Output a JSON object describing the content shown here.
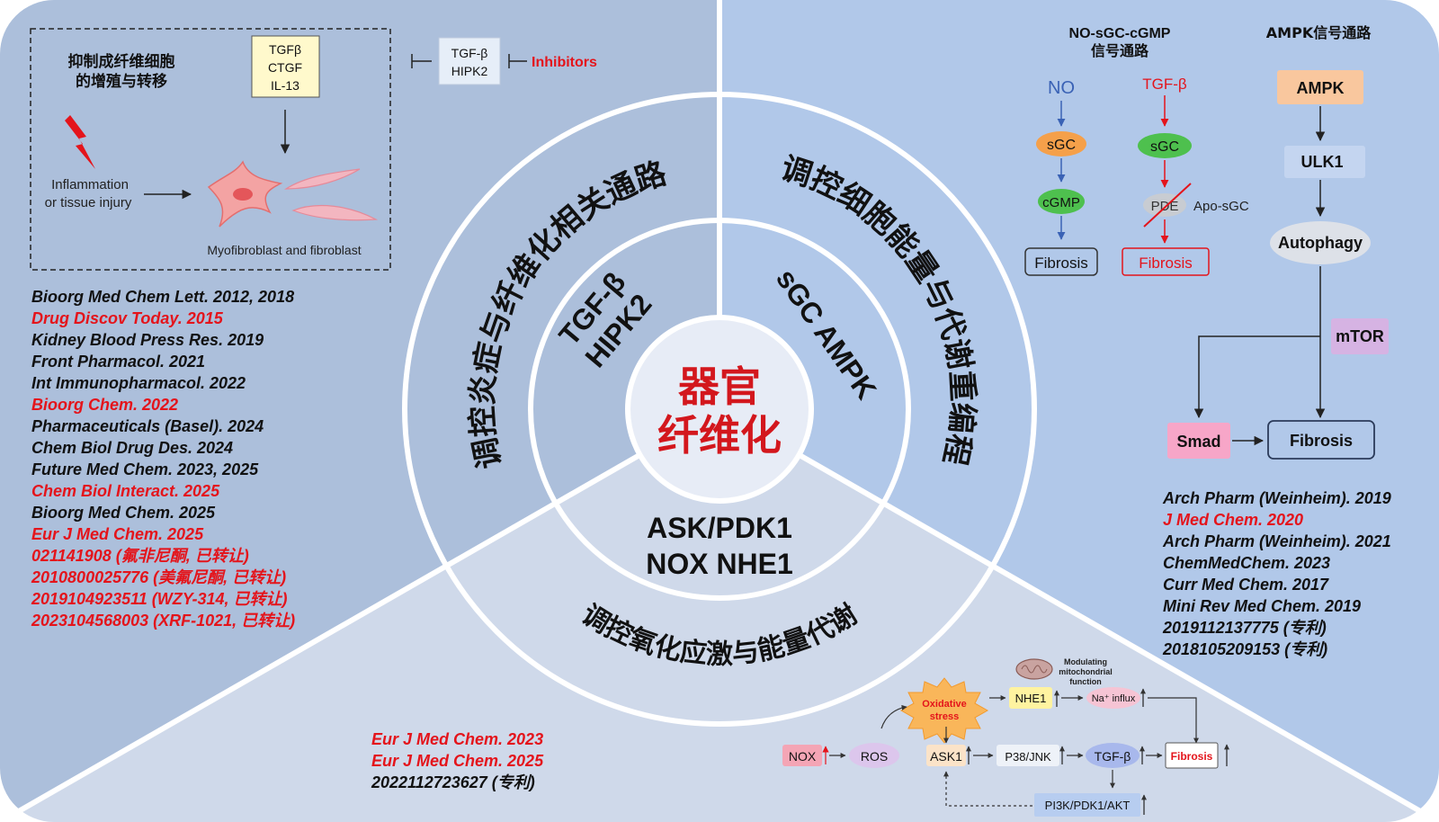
{
  "center": {
    "line1": "器官",
    "line2": "纤维化"
  },
  "inner_labels": {
    "left_1": "TGF-β",
    "left_2": "HIPK2",
    "right": "sGC AMPK",
    "bottom_1": "ASK/PDK1",
    "bottom_2": "NOX NHE1"
  },
  "outer_labels": {
    "left": "调控炎症与纤维化相关通路",
    "right": "调控细胞能量与代谢重编程",
    "bottom": "调控氧化应激与能量代谢"
  },
  "left_panel": {
    "box_title_1": "抑制成纤维细胞",
    "box_title_2": "的增殖与转移",
    "factors": [
      "TGFβ",
      "CTGF",
      "IL-13"
    ],
    "inflammation_1": "Inflammation",
    "inflammation_2": "or  tissue injury",
    "cells_label": "Myofibroblast and fibroblast",
    "target_1": "TGF-β",
    "target_2": "HIPK2",
    "inhibitors": "Inhibitors"
  },
  "left_refs": [
    {
      "text": "Bioorg Med Chem Lett. 2012, 2018",
      "red": false
    },
    {
      "text": "Drug Discov Today. 2015",
      "red": true
    },
    {
      "text": "Kidney Blood Press Res. 2019",
      "red": false
    },
    {
      "text": "Front Pharmacol. 2021",
      "red": false
    },
    {
      "text": "Int Immunopharmacol. 2022",
      "red": false
    },
    {
      "text": "Bioorg Chem. 2022",
      "red": true
    },
    {
      "text": "Pharmaceuticals (Basel). 2024",
      "red": false
    },
    {
      "text": "Chem Biol Drug Des. 2024",
      "red": false
    },
    {
      "text": "Future Med Chem. 2023, 2025",
      "red": false
    },
    {
      "text": "Chem Biol Interact. 2025",
      "red": true
    },
    {
      "text": "Bioorg Med Chem. 2025",
      "red": false
    },
    {
      "text": "Eur J Med Chem. 2025",
      "red": true
    },
    {
      "text": "021141908 (氟非尼酮, 已转让)",
      "red": true
    },
    {
      "text": "2010800025776 (美氟尼酮, 已转让)",
      "red": true
    },
    {
      "text": "2019104923511 (WZY-314, 已转让)",
      "red": true
    },
    {
      "text": "2023104568003 (XRF-1021, 已转让)",
      "red": true
    }
  ],
  "right_panel": {
    "no_title_1": "NO-sGC-cGMP",
    "no_title_2": "信号通路",
    "ampk_title": "AMPK信号通路",
    "no": "NO",
    "sgc": "sGC",
    "cgmp": "cGMP",
    "fibrosis": "Fibrosis",
    "tgfb": "TGF-β",
    "pde": "PDE",
    "apo": "Apo-sGC",
    "ampk": "AMPK",
    "ulk1": "ULK1",
    "autophagy": "Autophagy",
    "mtor": "mTOR",
    "smad": "Smad"
  },
  "right_refs": [
    {
      "text": "Arch Pharm (Weinheim). 2019",
      "red": false
    },
    {
      "text": "J Med Chem. 2020",
      "red": true
    },
    {
      "text": "Arch Pharm (Weinheim). 2021",
      "red": false
    },
    {
      "text": "ChemMedChem. 2023",
      "red": false
    },
    {
      "text": "Curr Med Chem. 2017",
      "red": false
    },
    {
      "text": "Mini Rev Med Chem. 2019",
      "red": false
    },
    {
      "text": "2019112137775 (专利)",
      "red": false
    },
    {
      "text": "2018105209153 (专利)",
      "red": false
    }
  ],
  "bottom_refs": [
    {
      "text": "Eur J Med Chem. 2023",
      "red": true
    },
    {
      "text": "Eur J Med Chem. 2025",
      "red": true
    },
    {
      "text": "2022112723627 (专利)",
      "red": false
    }
  ],
  "bottom_pathway": {
    "oxidative_1": "Oxidative",
    "oxidative_2": "stress",
    "nhe1": "NHE1",
    "mito_1": "Modulating",
    "mito_2": "mitochondrial",
    "mito_3": "function",
    "na_influx": "Na⁺ influx",
    "nox": "NOX",
    "ros": "ROS",
    "ask1": "ASK1",
    "p38": "P38/JNK",
    "tgfb": "TGF-β",
    "fibrosis": "Fibrosis",
    "pi3k": "PI3K/PDK1/AKT"
  },
  "colors": {
    "left_bg": "#acbfdb",
    "right_bg": "#b1c8e9",
    "bottom_bg": "#cfd9ea",
    "ref_red": "#e4141b",
    "center_red": "#d3171d"
  }
}
